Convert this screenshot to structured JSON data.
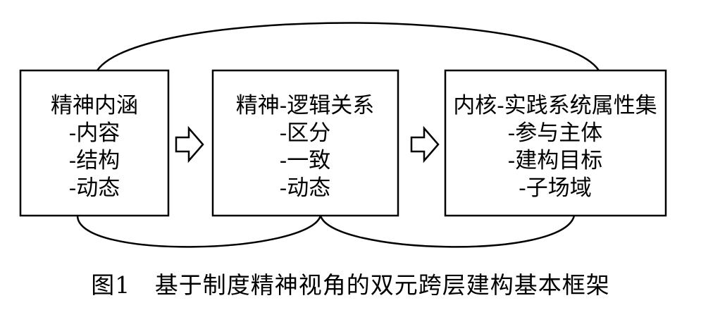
{
  "boxes": [
    {
      "title": "精神内涵",
      "items": [
        "-内容",
        "-结构",
        "-动态"
      ]
    },
    {
      "title": "精神-逻辑关系",
      "items": [
        "-区分",
        "-一致",
        "-动态"
      ]
    },
    {
      "title": "内核-实践系统属性集",
      "items": [
        "-参与主体",
        "-建构目标",
        "-子场域"
      ]
    }
  ],
  "caption": {
    "label": "图1",
    "text": "基于制度精神视角的双元跨层建构基本框架"
  },
  "colors": {
    "stroke": "#000000",
    "background": "#ffffff"
  },
  "icons": [
    "right-arrow-icon",
    "right-arrow-icon"
  ]
}
